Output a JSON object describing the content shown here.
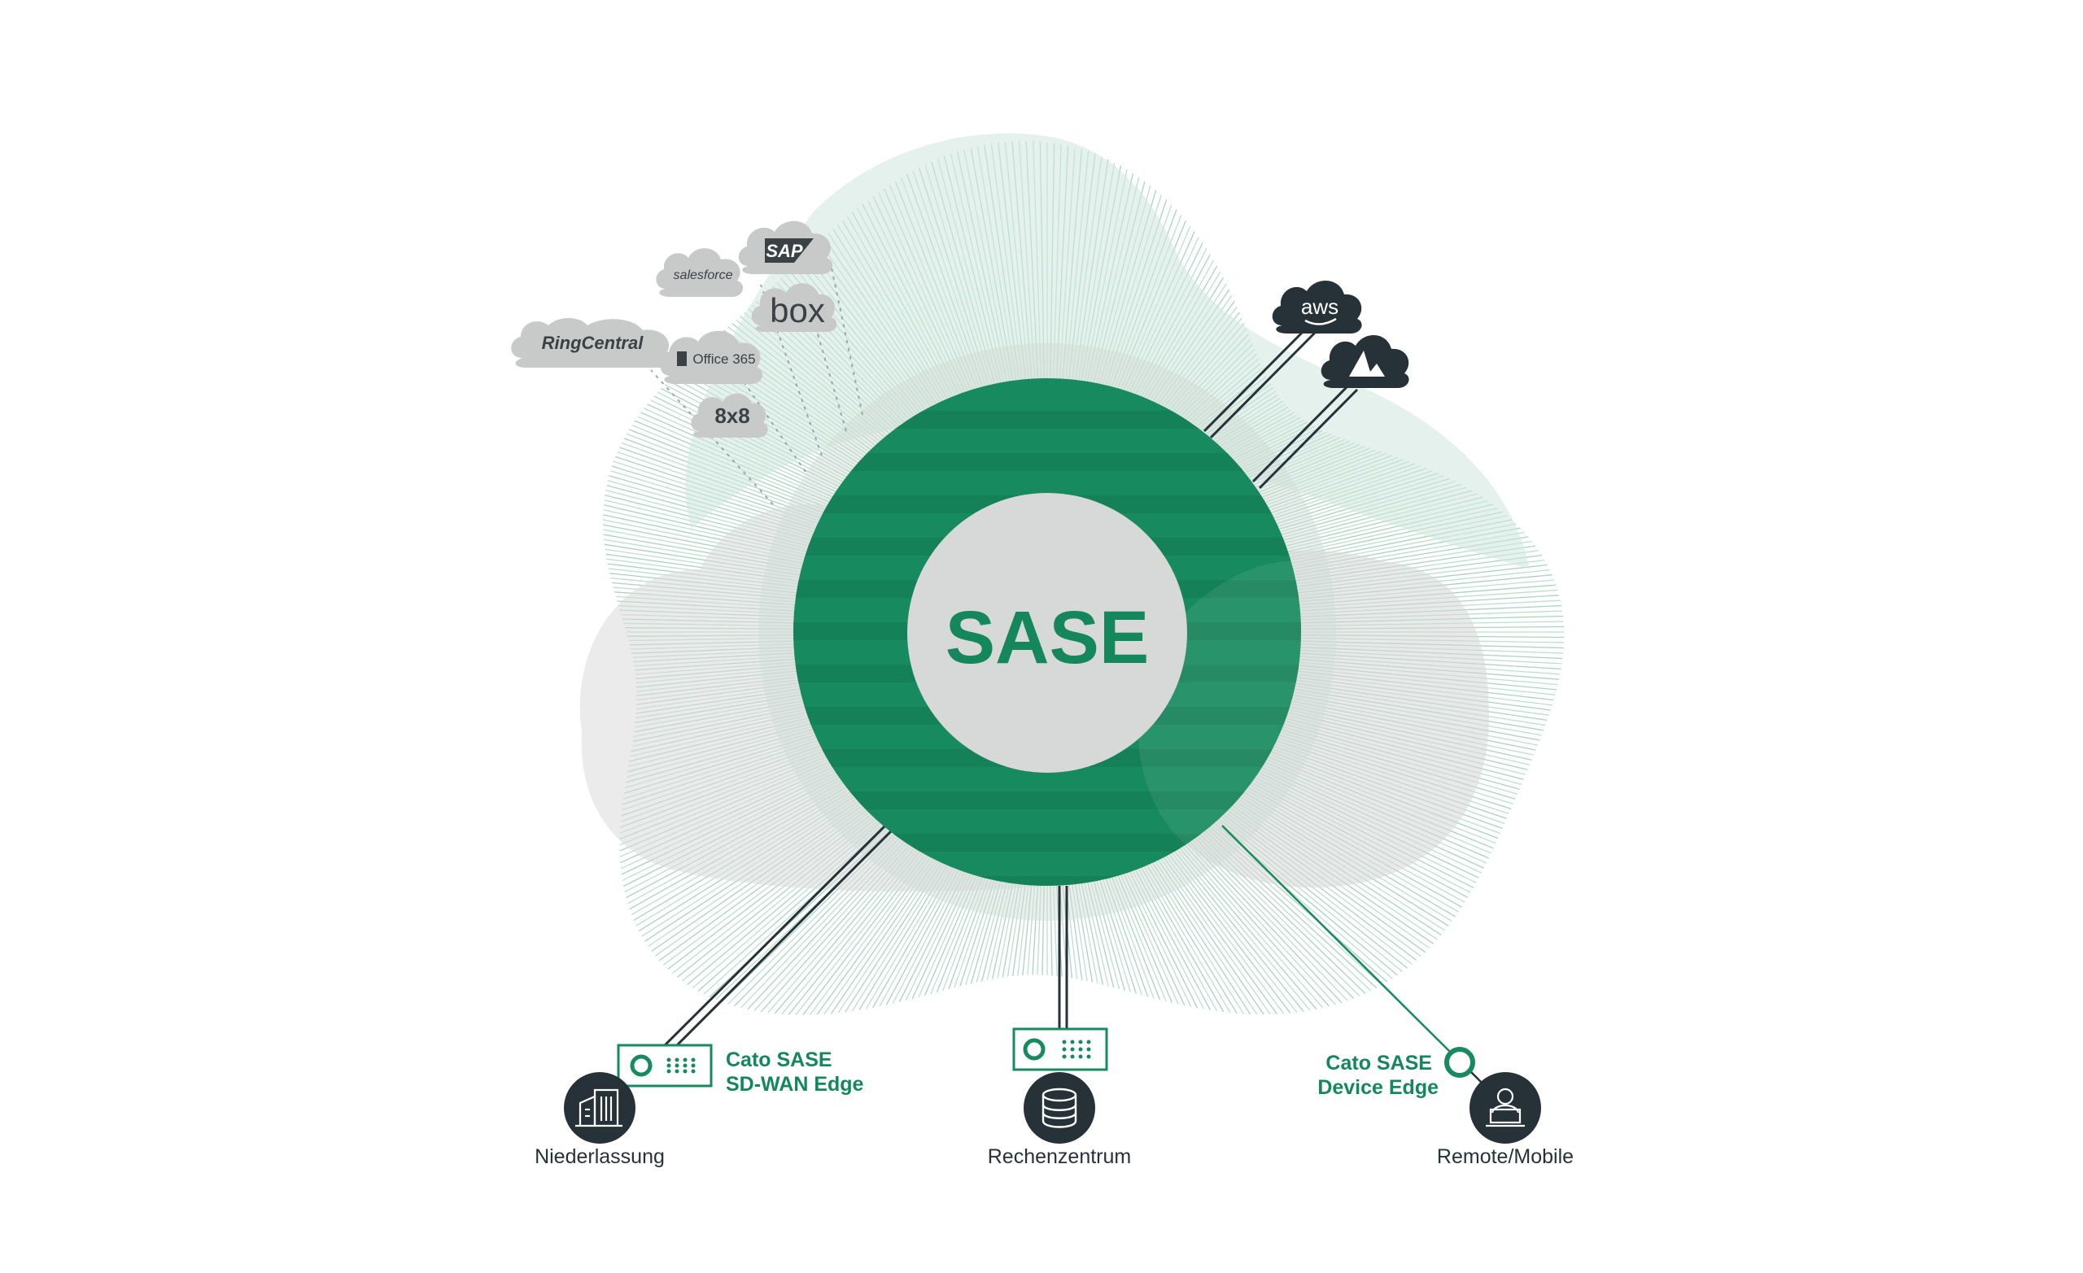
{
  "center": {
    "label": "SASE"
  },
  "saas_clouds": [
    {
      "id": "salesforce",
      "label": "salesforce"
    },
    {
      "id": "sap",
      "label": "SAP"
    },
    {
      "id": "box",
      "label": "box"
    },
    {
      "id": "ringcentral",
      "label": "RingCentral"
    },
    {
      "id": "office365",
      "label": "Office 365"
    },
    {
      "id": "8x8",
      "label": "8x8"
    }
  ],
  "iaas_clouds": [
    {
      "id": "aws",
      "label": "aws"
    },
    {
      "id": "azure",
      "label": ""
    }
  ],
  "edges": {
    "sdwan": {
      "line1": "Cato SASE",
      "line2": "SD-WAN Edge"
    },
    "device": {
      "line1": "Cato SASE",
      "line2": "Device Edge"
    }
  },
  "sites": [
    {
      "id": "branch",
      "label": "Niederlassung"
    },
    {
      "id": "datacenter",
      "label": "Rechenzentrum"
    },
    {
      "id": "remote",
      "label": "Remote/Mobile"
    }
  ],
  "colors": {
    "green": "#178a5f",
    "green_dark": "#127a52",
    "green_text": "#15875c",
    "cloud_gray": "#c6c7c7",
    "dark": "#263238",
    "inner_gray": "#d7d8d8"
  }
}
